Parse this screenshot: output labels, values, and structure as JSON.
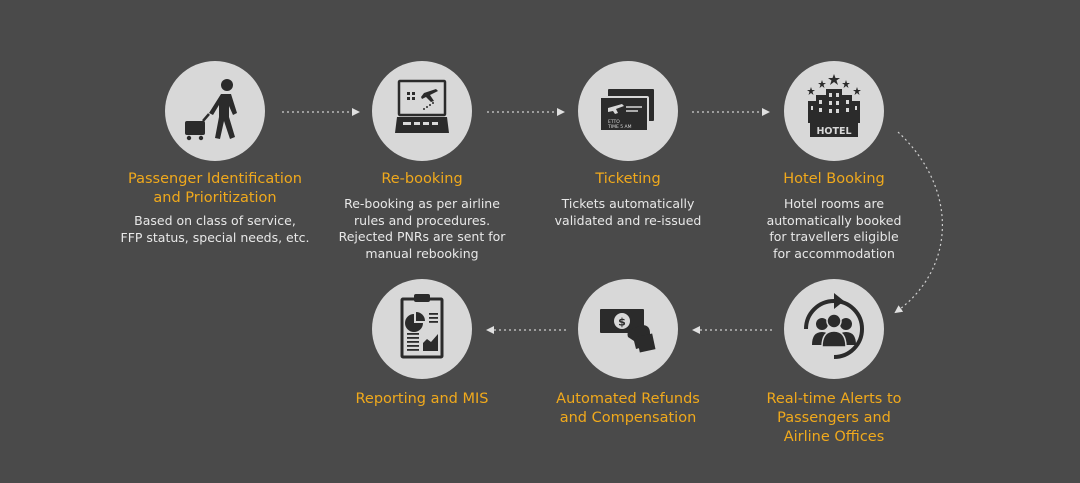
{
  "steps": {
    "passenger": {
      "title": "Passenger Identification\nand Prioritization",
      "desc": "Based on class of service,\nFFP status, special needs, etc.",
      "icon": "traveler-with-luggage-icon"
    },
    "rebooking": {
      "title": "Re-booking",
      "desc": "Re-booking as per airline\nrules and procedures.\nRejected PNRs are sent for\nmanual rebooking",
      "icon": "laptop-flight-icon"
    },
    "ticketing": {
      "title": "Ticketing",
      "desc": "Tickets automatically\nvalidated and re-issued",
      "icon": "ticket-icon",
      "ticket_text": "ETTO\nTIME 5 AM"
    },
    "hotel": {
      "title": "Hotel Booking",
      "desc": "Hotel rooms are\nautomatically booked\nfor travellers eligible\nfor accommodation",
      "icon": "hotel-icon",
      "sign_text": "HOTEL"
    },
    "alerts": {
      "title": "Real-time Alerts to\nPassengers and\nAirline Offices",
      "icon": "people-alert-icon"
    },
    "refunds": {
      "title": "Automated Refunds\nand Compensation",
      "icon": "cash-hand-icon"
    },
    "reporting": {
      "title": "Reporting and MIS",
      "icon": "clipboard-report-icon"
    }
  },
  "colors": {
    "background": "#4a4a4a",
    "circle": "#d8d8d8",
    "icon": "#2b2b2b",
    "accent": "#f0a91c",
    "text": "#e8e8e8",
    "connector": "#cfcfcf"
  }
}
